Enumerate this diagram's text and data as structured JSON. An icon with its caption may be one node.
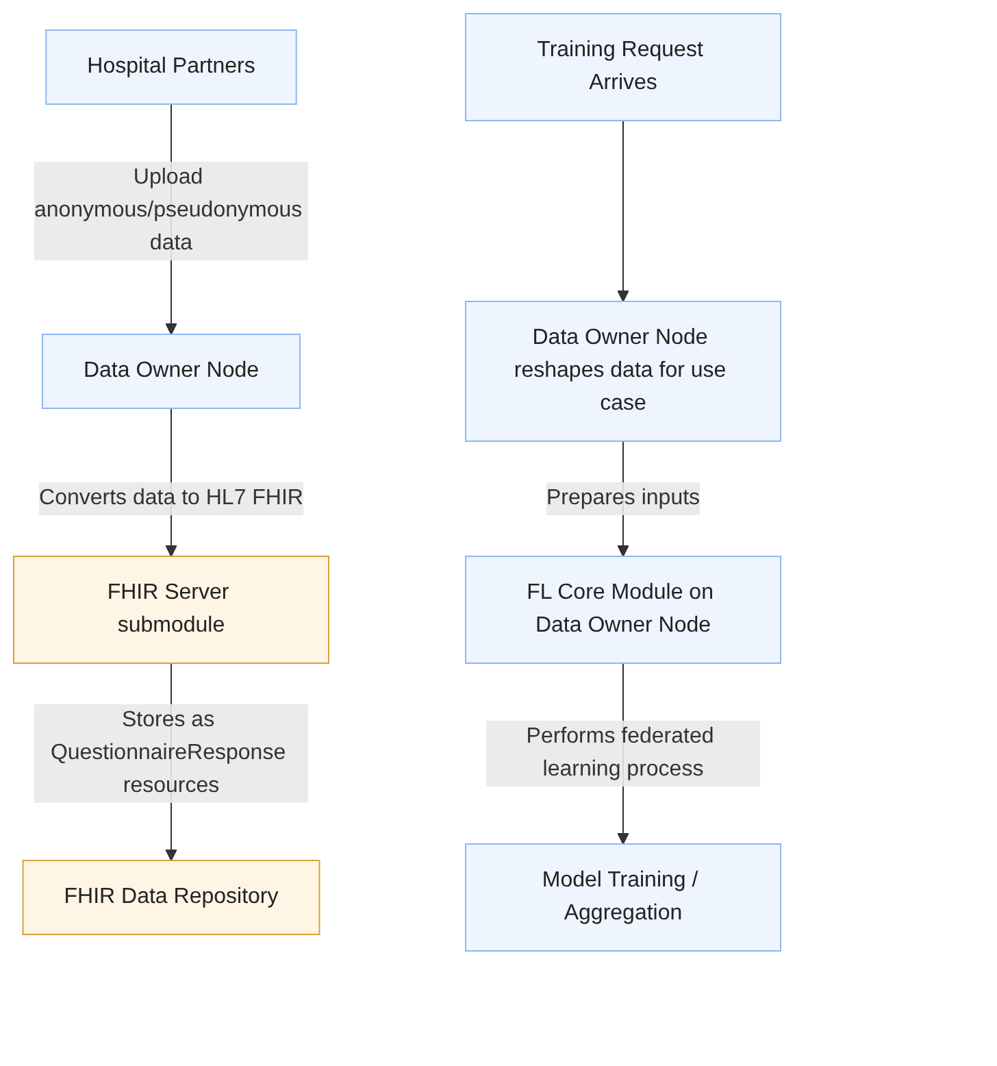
{
  "diagram": {
    "nodes": [
      {
        "text": [
          "Hospital Partners"
        ]
      },
      {
        "text": [
          "Data Owner Node"
        ]
      },
      {
        "text": [
          "FHIR Server submodule"
        ]
      },
      {
        "text": [
          "FHIR Data Repository"
        ]
      },
      {
        "text": [
          "Training Request Arrives"
        ]
      },
      {
        "text": [
          "Data Owner Node reshapes data for use case"
        ]
      },
      {
        "text": [
          "FL Core Module on Data Owner Node"
        ]
      },
      {
        "text": [
          "Model Training / Aggregation"
        ]
      }
    ],
    "edges": [
      {
        "from": 0,
        "to": 1,
        "arrow": "to",
        "label": "Upload anonymous/pseudonymous data"
      },
      {
        "from": 1,
        "to": 2,
        "arrow": "to",
        "label": "Converts data to HL7 FHIR"
      },
      {
        "from": 2,
        "to": 3,
        "arrow": "to",
        "label": "Stores as QuestionnaireResponse resources"
      },
      {
        "from": 4,
        "to": 5,
        "arrow": "to"
      },
      {
        "from": 5,
        "to": 6,
        "arrow": "to",
        "label": "Prepares inputs"
      },
      {
        "from": 6,
        "to": 7,
        "arrow": "to",
        "label": "Performs federated learning process"
      }
    ]
  }
}
